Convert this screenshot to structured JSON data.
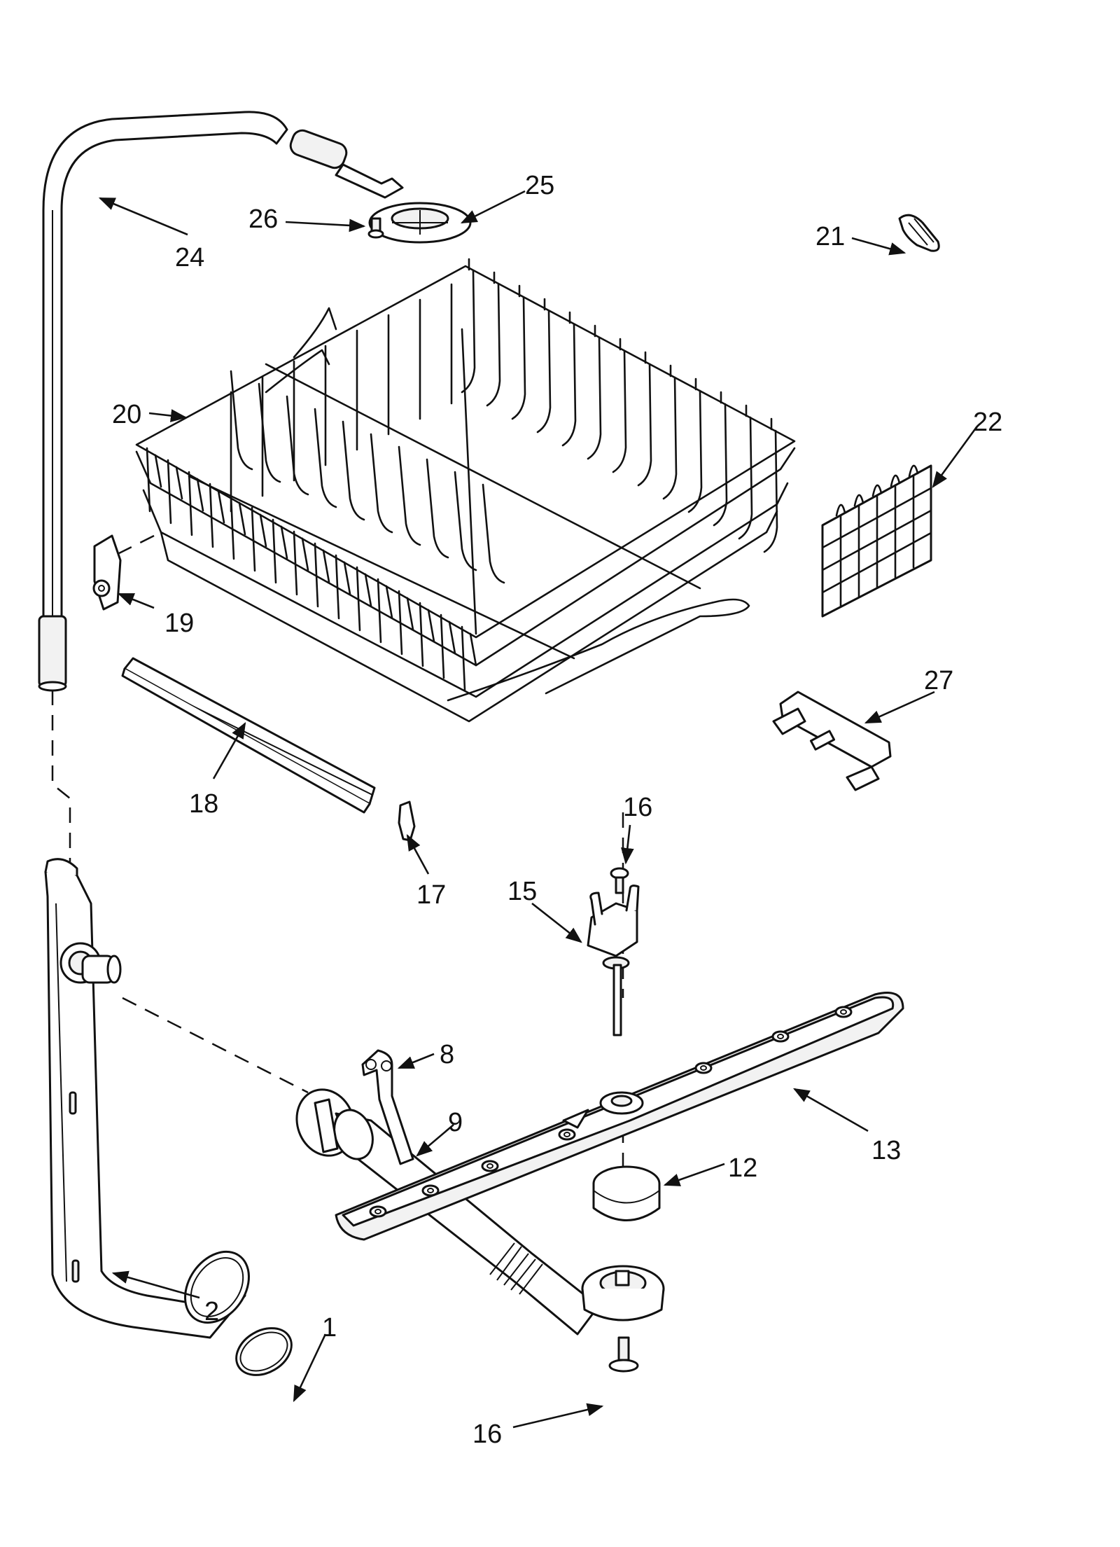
{
  "diagram": {
    "callouts": {
      "c1": "1",
      "c2": "2",
      "c8": "8",
      "c9": "9",
      "c12": "12",
      "c13": "13",
      "c15": "15",
      "c16a": "16",
      "c16b": "16",
      "c17": "17",
      "c18": "18",
      "c19": "19",
      "c20": "20",
      "c21": "21",
      "c22": "22",
      "c24": "24",
      "c25": "25",
      "c26": "26",
      "c27": "27"
    }
  }
}
